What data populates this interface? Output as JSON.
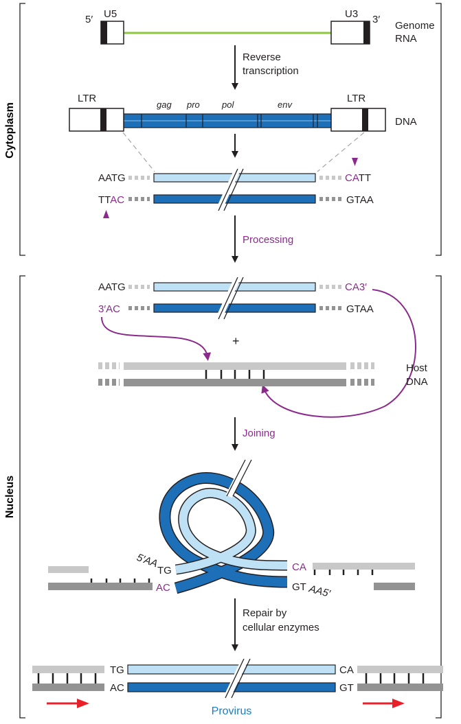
{
  "colors": {
    "light_blue": "#bfe1f5",
    "dark_blue": "#1d6fb8",
    "green": "#8dc63f",
    "purple": "#8b2a8c",
    "red": "#e8202a",
    "gray_light": "#c8c8c8",
    "gray_dark": "#939393",
    "black": "#231f20"
  },
  "compartments": {
    "cytoplasm": "Cytoplasm",
    "nucleus": "Nucleus"
  },
  "genome": {
    "label_5prime": "5′",
    "label_u5": "U5",
    "label_u3": "U3",
    "label_3prime": "3′",
    "label_line1": "Genome",
    "label_line2": "RNA"
  },
  "steps": {
    "rt_line1": "Reverse",
    "rt_line2": "transcription",
    "processing": "Processing",
    "joining": "Joining",
    "repair_line1": "Repair by",
    "repair_line2": "cellular enzymes"
  },
  "dna": {
    "ltr_left": "LTR",
    "ltr_right": "LTR",
    "label": "DNA",
    "genes": [
      "gag",
      "pro",
      "pol",
      "env"
    ]
  },
  "ends_pre": {
    "top_left": "AATG",
    "top_right_purple": "CA",
    "top_right_black": "TT",
    "bottom_left_black": "TT",
    "bottom_left_purple": "AC",
    "bottom_right": "GTAA"
  },
  "ends_processed": {
    "top_left": "AATG",
    "top_right": "CA3′",
    "bottom_left": "3′AC",
    "bottom_right": "GTAA",
    "plus": "+"
  },
  "host": {
    "label_line1": "Host",
    "label_line2": "DNA"
  },
  "loop_ends": {
    "left_5aa": "5′AA",
    "left_tg": "TG",
    "left_ac": "AC",
    "right_ca": "CA",
    "right_gt": "GT",
    "right_aa5": "AA5′"
  },
  "provirus": {
    "left_top": "TG",
    "left_bottom": "AC",
    "right_top": "CA",
    "right_bottom": "GT",
    "label": "Provirus"
  }
}
